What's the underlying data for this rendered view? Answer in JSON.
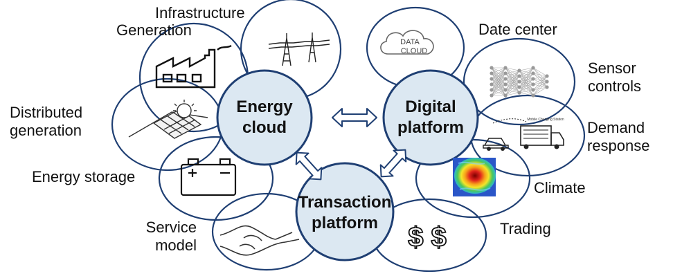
{
  "hubs": {
    "energy_cloud": [
      "Energy",
      "cloud"
    ],
    "digital_platform": [
      "Digital",
      "platform"
    ],
    "transaction_platform": [
      "Transaction",
      "platform"
    ]
  },
  "labels": {
    "infrastructure": "Infrastructure",
    "generation": "Generation",
    "distributed": [
      "Distributed",
      "generation"
    ],
    "energy_storage": "Energy storage",
    "service_model": [
      "Service",
      "model"
    ],
    "date_center": "Date center",
    "sensor_controls": [
      "Sensor",
      "controls"
    ],
    "demand_response": [
      "Demand",
      "response"
    ],
    "climate": "Climate",
    "trading": "Trading"
  },
  "icon_text": {
    "data_cloud": [
      "DATA",
      "CLOUD"
    ],
    "charging_station": "Mobile Charging Station",
    "dollars": "$ $"
  },
  "colors": {
    "hub_fill": "#dce8f2",
    "ring_stroke": "#1f3f73",
    "arrow_fill": "#ffffff",
    "heat_red": "#e0231c",
    "heat_blue": "#2a56c8"
  }
}
